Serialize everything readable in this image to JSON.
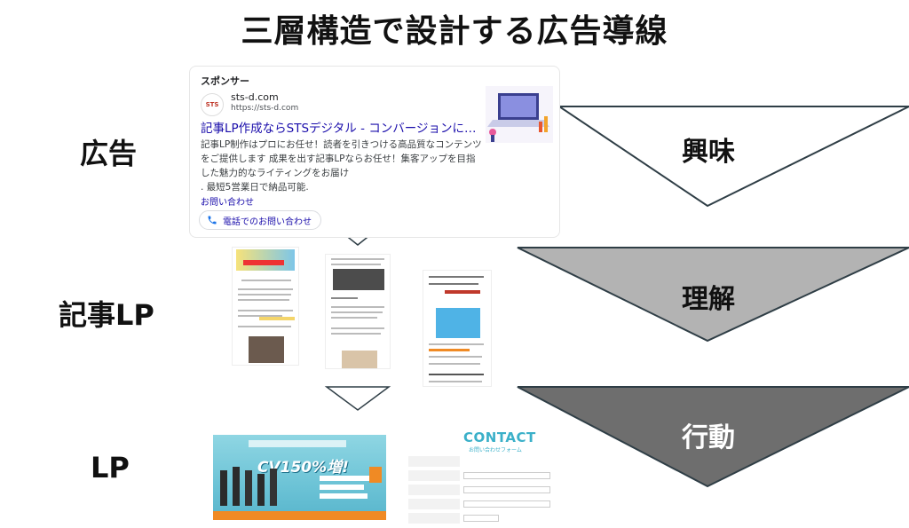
{
  "title": "三層構造で設計する広告導線",
  "rows": {
    "ad": "広告",
    "article_lp": "記事LP",
    "lp": "LP"
  },
  "ad_card": {
    "sponsor": "スポンサー",
    "favicon_text": "STS",
    "domain": "sts-d.com",
    "url": "https://sts-d.com",
    "headline": "記事LP作成ならSTSデジタル - コンバージョンに結…",
    "description": "記事LP制作はプロにお任せ！読者を引きつける高品質なコンテンツをご提供します 成果を出す記事LPならお任せ！集客アップを目指した魅力的なライティングをお届け\n. 最短5営業日で納品可能.",
    "contact_link": "お問い合わせ",
    "call_button": "電話でのお問い合わせ"
  },
  "funnel": {
    "stages": [
      "興味",
      "理解",
      "行動"
    ],
    "colors": [
      "#ffffff",
      "#b3b3b3",
      "#6e6e6e"
    ]
  },
  "lp": {
    "banner_headline": "CV150%増!",
    "contact_title": "CONTACT",
    "contact_subtitle": "お問い合わせフォーム"
  }
}
